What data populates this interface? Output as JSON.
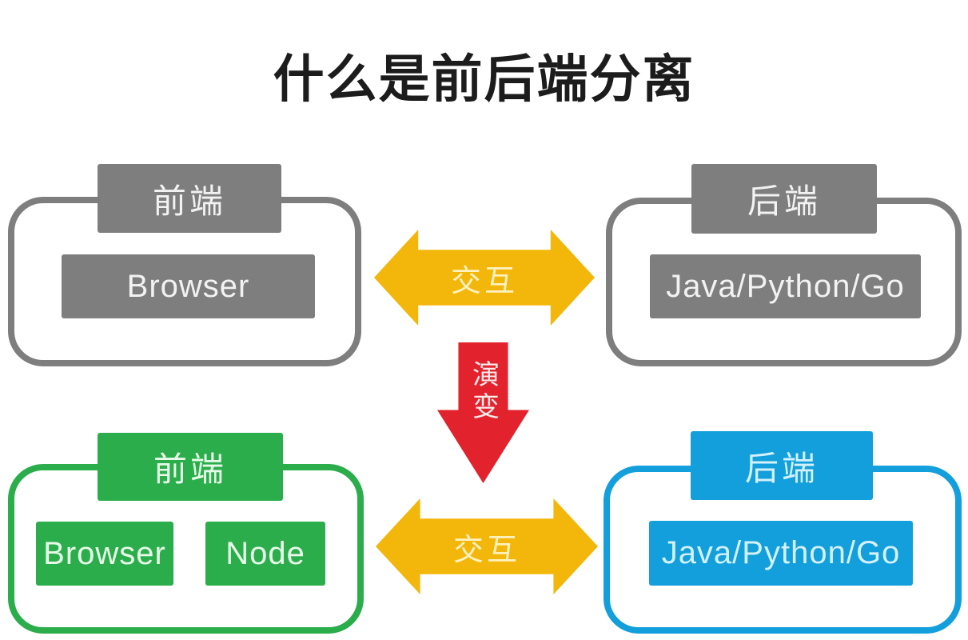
{
  "title": "什么是前后端分离",
  "before": {
    "frontend": {
      "label": "前端",
      "items": [
        "Browser"
      ]
    },
    "backend": {
      "label": "后端",
      "items": [
        "Java/Python/Go"
      ]
    },
    "interaction_label": "交互"
  },
  "evolution_label": "演变",
  "after": {
    "frontend": {
      "label": "前端",
      "items": [
        "Browser",
        "Node"
      ]
    },
    "backend": {
      "label": "后端",
      "items": [
        "Java/Python/Go"
      ]
    },
    "interaction_label": "交互"
  },
  "colors": {
    "gray": "#7e7e7e",
    "green": "#2bad4b",
    "blue": "#129fdb",
    "yellow": "#f2b70a",
    "red": "#e2232e",
    "title_text": "#1c1c1c"
  }
}
